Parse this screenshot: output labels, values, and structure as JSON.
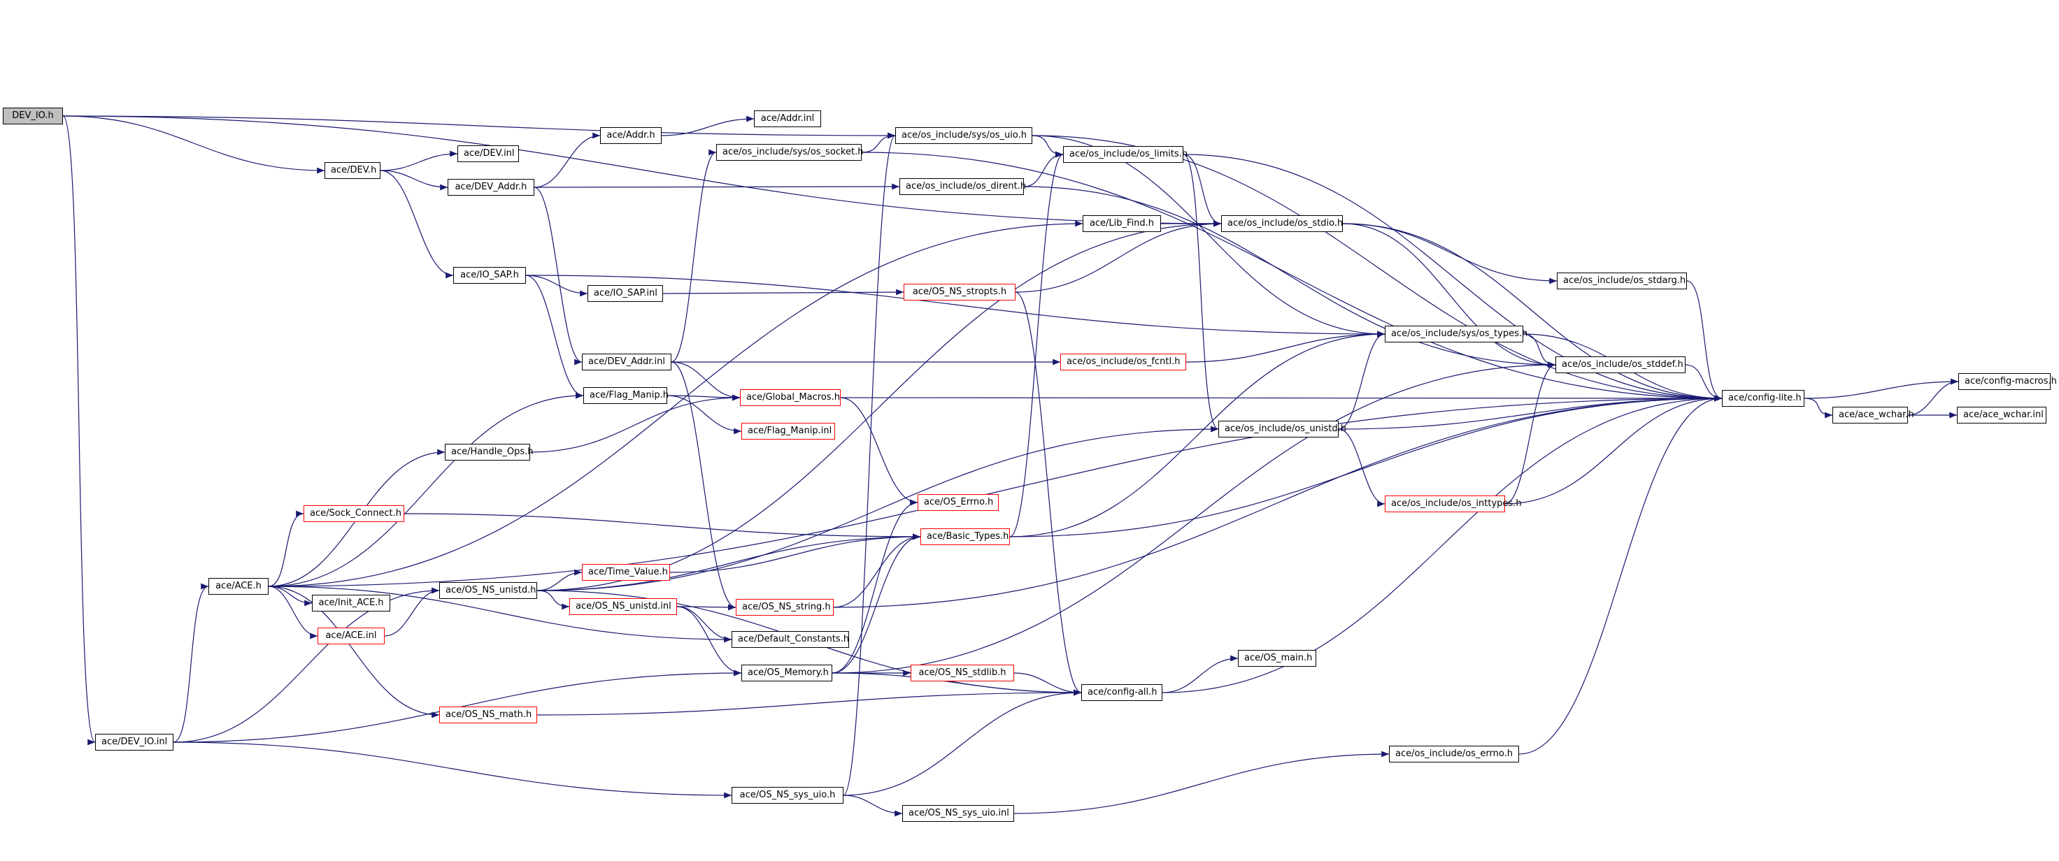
{
  "colors": {
    "edge": "#191970",
    "link_border": "#000000",
    "external_border": "#ff0000",
    "root_fill": "#bfbfbf"
  },
  "nodes": [
    {
      "id": "dev_io_h",
      "label": "DEV_IO.h",
      "style": "gray"
    },
    {
      "id": "dev_h",
      "label": "ace/DEV.h",
      "style": "black"
    },
    {
      "id": "dev_inl",
      "label": "ace/DEV.inl",
      "style": "black"
    },
    {
      "id": "dev_addr_h",
      "label": "ace/DEV_Addr.h",
      "style": "black"
    },
    {
      "id": "addr_h",
      "label": "ace/Addr.h",
      "style": "black"
    },
    {
      "id": "addr_inl",
      "label": "ace/Addr.inl",
      "style": "black"
    },
    {
      "id": "os_socket",
      "label": "ace/os_include/sys/os_socket.h",
      "style": "black"
    },
    {
      "id": "os_uio",
      "label": "ace/os_include/sys/os_uio.h",
      "style": "black"
    },
    {
      "id": "os_limits",
      "label": "ace/os_include/os_limits.h",
      "style": "black"
    },
    {
      "id": "os_dirent",
      "label": "ace/os_include/os_dirent.h",
      "style": "black"
    },
    {
      "id": "lib_find",
      "label": "ace/Lib_Find.h",
      "style": "black"
    },
    {
      "id": "os_stdio",
      "label": "ace/os_include/os_stdio.h",
      "style": "black"
    },
    {
      "id": "io_sap_h",
      "label": "ace/IO_SAP.h",
      "style": "black"
    },
    {
      "id": "io_sap_inl",
      "label": "ace/IO_SAP.inl",
      "style": "black"
    },
    {
      "id": "os_ns_stropts",
      "label": "ace/OS_NS_stropts.h",
      "style": "red"
    },
    {
      "id": "os_stdarg",
      "label": "ace/os_include/os_stdarg.h",
      "style": "black"
    },
    {
      "id": "os_types",
      "label": "ace/os_include/sys/os_types.h",
      "style": "black"
    },
    {
      "id": "dev_addr_inl",
      "label": "ace/DEV_Addr.inl",
      "style": "black"
    },
    {
      "id": "os_fcntl",
      "label": "ace/os_include/os_fcntl.h",
      "style": "red"
    },
    {
      "id": "os_stddef",
      "label": "ace/os_include/os_stddef.h",
      "style": "black"
    },
    {
      "id": "flag_manip_h",
      "label": "ace/Flag_Manip.h",
      "style": "black"
    },
    {
      "id": "global_macros",
      "label": "ace/Global_Macros.h",
      "style": "red"
    },
    {
      "id": "flag_manip_inl",
      "label": "ace/Flag_Manip.inl",
      "style": "red"
    },
    {
      "id": "config_lite",
      "label": "ace/config-lite.h",
      "style": "black"
    },
    {
      "id": "config_macros",
      "label": "ace/config-macros.h",
      "style": "black"
    },
    {
      "id": "ace_wchar_h",
      "label": "ace/ace_wchar.h",
      "style": "black"
    },
    {
      "id": "ace_wchar_inl",
      "label": "ace/ace_wchar.inl",
      "style": "black"
    },
    {
      "id": "os_unistd",
      "label": "ace/os_include/os_unistd.h",
      "style": "black"
    },
    {
      "id": "handle_ops",
      "label": "ace/Handle_Ops.h",
      "style": "black"
    },
    {
      "id": "os_errno_h",
      "label": "ace/OS_Errno.h",
      "style": "red"
    },
    {
      "id": "os_inttypes",
      "label": "ace/os_include/os_inttypes.h",
      "style": "red"
    },
    {
      "id": "sock_connect",
      "label": "ace/Sock_Connect.h",
      "style": "red"
    },
    {
      "id": "basic_types",
      "label": "ace/Basic_Types.h",
      "style": "red"
    },
    {
      "id": "ace_h",
      "label": "ace/ACE.h",
      "style": "black"
    },
    {
      "id": "os_ns_unistd_h",
      "label": "ace/OS_NS_unistd.h",
      "style": "black"
    },
    {
      "id": "time_value",
      "label": "ace/Time_Value.h",
      "style": "red"
    },
    {
      "id": "init_ace",
      "label": "ace/Init_ACE.h",
      "style": "black"
    },
    {
      "id": "os_ns_unistd_inl",
      "label": "ace/OS_NS_unistd.inl",
      "style": "red"
    },
    {
      "id": "os_ns_string",
      "label": "ace/OS_NS_string.h",
      "style": "red"
    },
    {
      "id": "ace_inl",
      "label": "ace/ACE.inl",
      "style": "red"
    },
    {
      "id": "default_constants",
      "label": "ace/Default_Constants.h",
      "style": "black"
    },
    {
      "id": "os_memory",
      "label": "ace/OS_Memory.h",
      "style": "black"
    },
    {
      "id": "os_ns_stdlib",
      "label": "ace/OS_NS_stdlib.h",
      "style": "red"
    },
    {
      "id": "os_main",
      "label": "ace/OS_main.h",
      "style": "black"
    },
    {
      "id": "config_all",
      "label": "ace/config-all.h",
      "style": "black"
    },
    {
      "id": "os_ns_math",
      "label": "ace/OS_NS_math.h",
      "style": "red"
    },
    {
      "id": "dev_io_inl",
      "label": "ace/DEV_IO.inl",
      "style": "black"
    },
    {
      "id": "os_errno_inc",
      "label": "ace/os_include/os_errno.h",
      "style": "black"
    },
    {
      "id": "os_ns_sys_uio_h",
      "label": "ace/OS_NS_sys_uio.h",
      "style": "black"
    },
    {
      "id": "os_ns_sys_uio_inl",
      "label": "ace/OS_NS_sys_uio.inl",
      "style": "black"
    }
  ],
  "edges": [
    [
      "dev_io_h",
      "dev_h"
    ],
    [
      "dev_io_h",
      "dev_io_inl"
    ],
    [
      "dev_io_h",
      "os_uio"
    ],
    [
      "dev_io_h",
      "os_stdio"
    ],
    [
      "dev_h",
      "dev_inl"
    ],
    [
      "dev_h",
      "dev_addr_h"
    ],
    [
      "dev_h",
      "io_sap_h"
    ],
    [
      "dev_addr_h",
      "addr_h"
    ],
    [
      "dev_addr_h",
      "os_dirent"
    ],
    [
      "dev_addr_h",
      "dev_addr_inl"
    ],
    [
      "addr_h",
      "addr_inl"
    ],
    [
      "os_socket",
      "os_uio"
    ],
    [
      "os_socket",
      "config_lite"
    ],
    [
      "os_uio",
      "os_limits"
    ],
    [
      "os_uio",
      "os_types"
    ],
    [
      "os_uio",
      "config_lite"
    ],
    [
      "os_limits",
      "os_stdio"
    ],
    [
      "os_limits",
      "os_unistd"
    ],
    [
      "os_limits",
      "config_lite"
    ],
    [
      "os_dirent",
      "os_limits"
    ],
    [
      "os_dirent",
      "os_stddef"
    ],
    [
      "lib_find",
      "os_stdio"
    ],
    [
      "os_stdio",
      "os_stdarg"
    ],
    [
      "os_stdio",
      "os_stddef"
    ],
    [
      "os_stdio",
      "config_lite"
    ],
    [
      "io_sap_h",
      "io_sap_inl"
    ],
    [
      "io_sap_h",
      "flag_manip_h"
    ],
    [
      "io_sap_h",
      "os_types"
    ],
    [
      "io_sap_inl",
      "os_ns_stropts"
    ],
    [
      "os_ns_stropts",
      "os_stdio"
    ],
    [
      "os_ns_stropts",
      "config_all"
    ],
    [
      "os_stdarg",
      "config_lite"
    ],
    [
      "os_types",
      "os_stddef"
    ],
    [
      "os_types",
      "config_lite"
    ],
    [
      "dev_addr_inl",
      "os_socket"
    ],
    [
      "dev_addr_inl",
      "global_macros"
    ],
    [
      "dev_addr_inl",
      "os_fcntl"
    ],
    [
      "dev_addr_inl",
      "os_ns_string"
    ],
    [
      "os_fcntl",
      "os_types"
    ],
    [
      "os_stddef",
      "config_lite"
    ],
    [
      "flag_manip_h",
      "global_macros"
    ],
    [
      "flag_manip_h",
      "flag_manip_inl"
    ],
    [
      "global_macros",
      "os_errno_h"
    ],
    [
      "global_macros",
      "config_lite"
    ],
    [
      "config_lite",
      "config_macros"
    ],
    [
      "config_lite",
      "ace_wchar_h"
    ],
    [
      "ace_wchar_h",
      "config_macros"
    ],
    [
      "ace_wchar_h",
      "ace_wchar_inl"
    ],
    [
      "os_unistd",
      "os_types"
    ],
    [
      "os_unistd",
      "config_lite"
    ],
    [
      "os_unistd",
      "os_inttypes"
    ],
    [
      "os_inttypes",
      "config_lite"
    ],
    [
      "os_inttypes",
      "os_stddef"
    ],
    [
      "handle_ops",
      "global_macros"
    ],
    [
      "sock_connect",
      "basic_types"
    ],
    [
      "basic_types",
      "os_limits"
    ],
    [
      "basic_types",
      "os_types"
    ],
    [
      "basic_types",
      "config_lite"
    ],
    [
      "ace_h",
      "lib_find"
    ],
    [
      "ace_h",
      "flag_manip_h"
    ],
    [
      "ace_h",
      "handle_ops"
    ],
    [
      "ace_h",
      "sock_connect"
    ],
    [
      "ace_h",
      "init_ace"
    ],
    [
      "ace_h",
      "ace_inl"
    ],
    [
      "ace_h",
      "os_ns_math"
    ],
    [
      "ace_h",
      "default_constants"
    ],
    [
      "ace_h",
      "config_lite"
    ],
    [
      "os_ns_unistd_h",
      "os_stdio"
    ],
    [
      "os_ns_unistd_h",
      "os_unistd"
    ],
    [
      "os_ns_unistd_h",
      "basic_types"
    ],
    [
      "os_ns_unistd_h",
      "time_value"
    ],
    [
      "os_ns_unistd_h",
      "os_ns_unistd_inl"
    ],
    [
      "os_ns_unistd_h",
      "config_all"
    ],
    [
      "time_value",
      "basic_types"
    ],
    [
      "os_ns_unistd_inl",
      "os_ns_string"
    ],
    [
      "os_ns_unistd_inl",
      "default_constants"
    ],
    [
      "os_ns_unistd_inl",
      "os_memory"
    ],
    [
      "os_ns_string",
      "basic_types"
    ],
    [
      "os_ns_string",
      "config_lite"
    ],
    [
      "ace_inl",
      "os_ns_unistd_h"
    ],
    [
      "os_memory",
      "os_errno_h"
    ],
    [
      "os_memory",
      "basic_types"
    ],
    [
      "os_memory",
      "os_ns_stdlib"
    ],
    [
      "os_memory",
      "os_stddef"
    ],
    [
      "os_memory",
      "config_all"
    ],
    [
      "os_ns_stdlib",
      "config_all"
    ],
    [
      "config_all",
      "os_main"
    ],
    [
      "config_all",
      "config_lite"
    ],
    [
      "os_ns_math",
      "config_all"
    ],
    [
      "dev_io_inl",
      "ace_h"
    ],
    [
      "dev_io_inl",
      "os_ns_unistd_h"
    ],
    [
      "dev_io_inl",
      "os_memory"
    ],
    [
      "dev_io_inl",
      "os_ns_sys_uio_h"
    ],
    [
      "os_errno_inc",
      "config_lite"
    ],
    [
      "os_ns_sys_uio_h",
      "os_uio"
    ],
    [
      "os_ns_sys_uio_h",
      "config_all"
    ],
    [
      "os_ns_sys_uio_h",
      "os_ns_sys_uio_inl"
    ],
    [
      "os_ns_sys_uio_inl",
      "os_errno_inc"
    ]
  ]
}
